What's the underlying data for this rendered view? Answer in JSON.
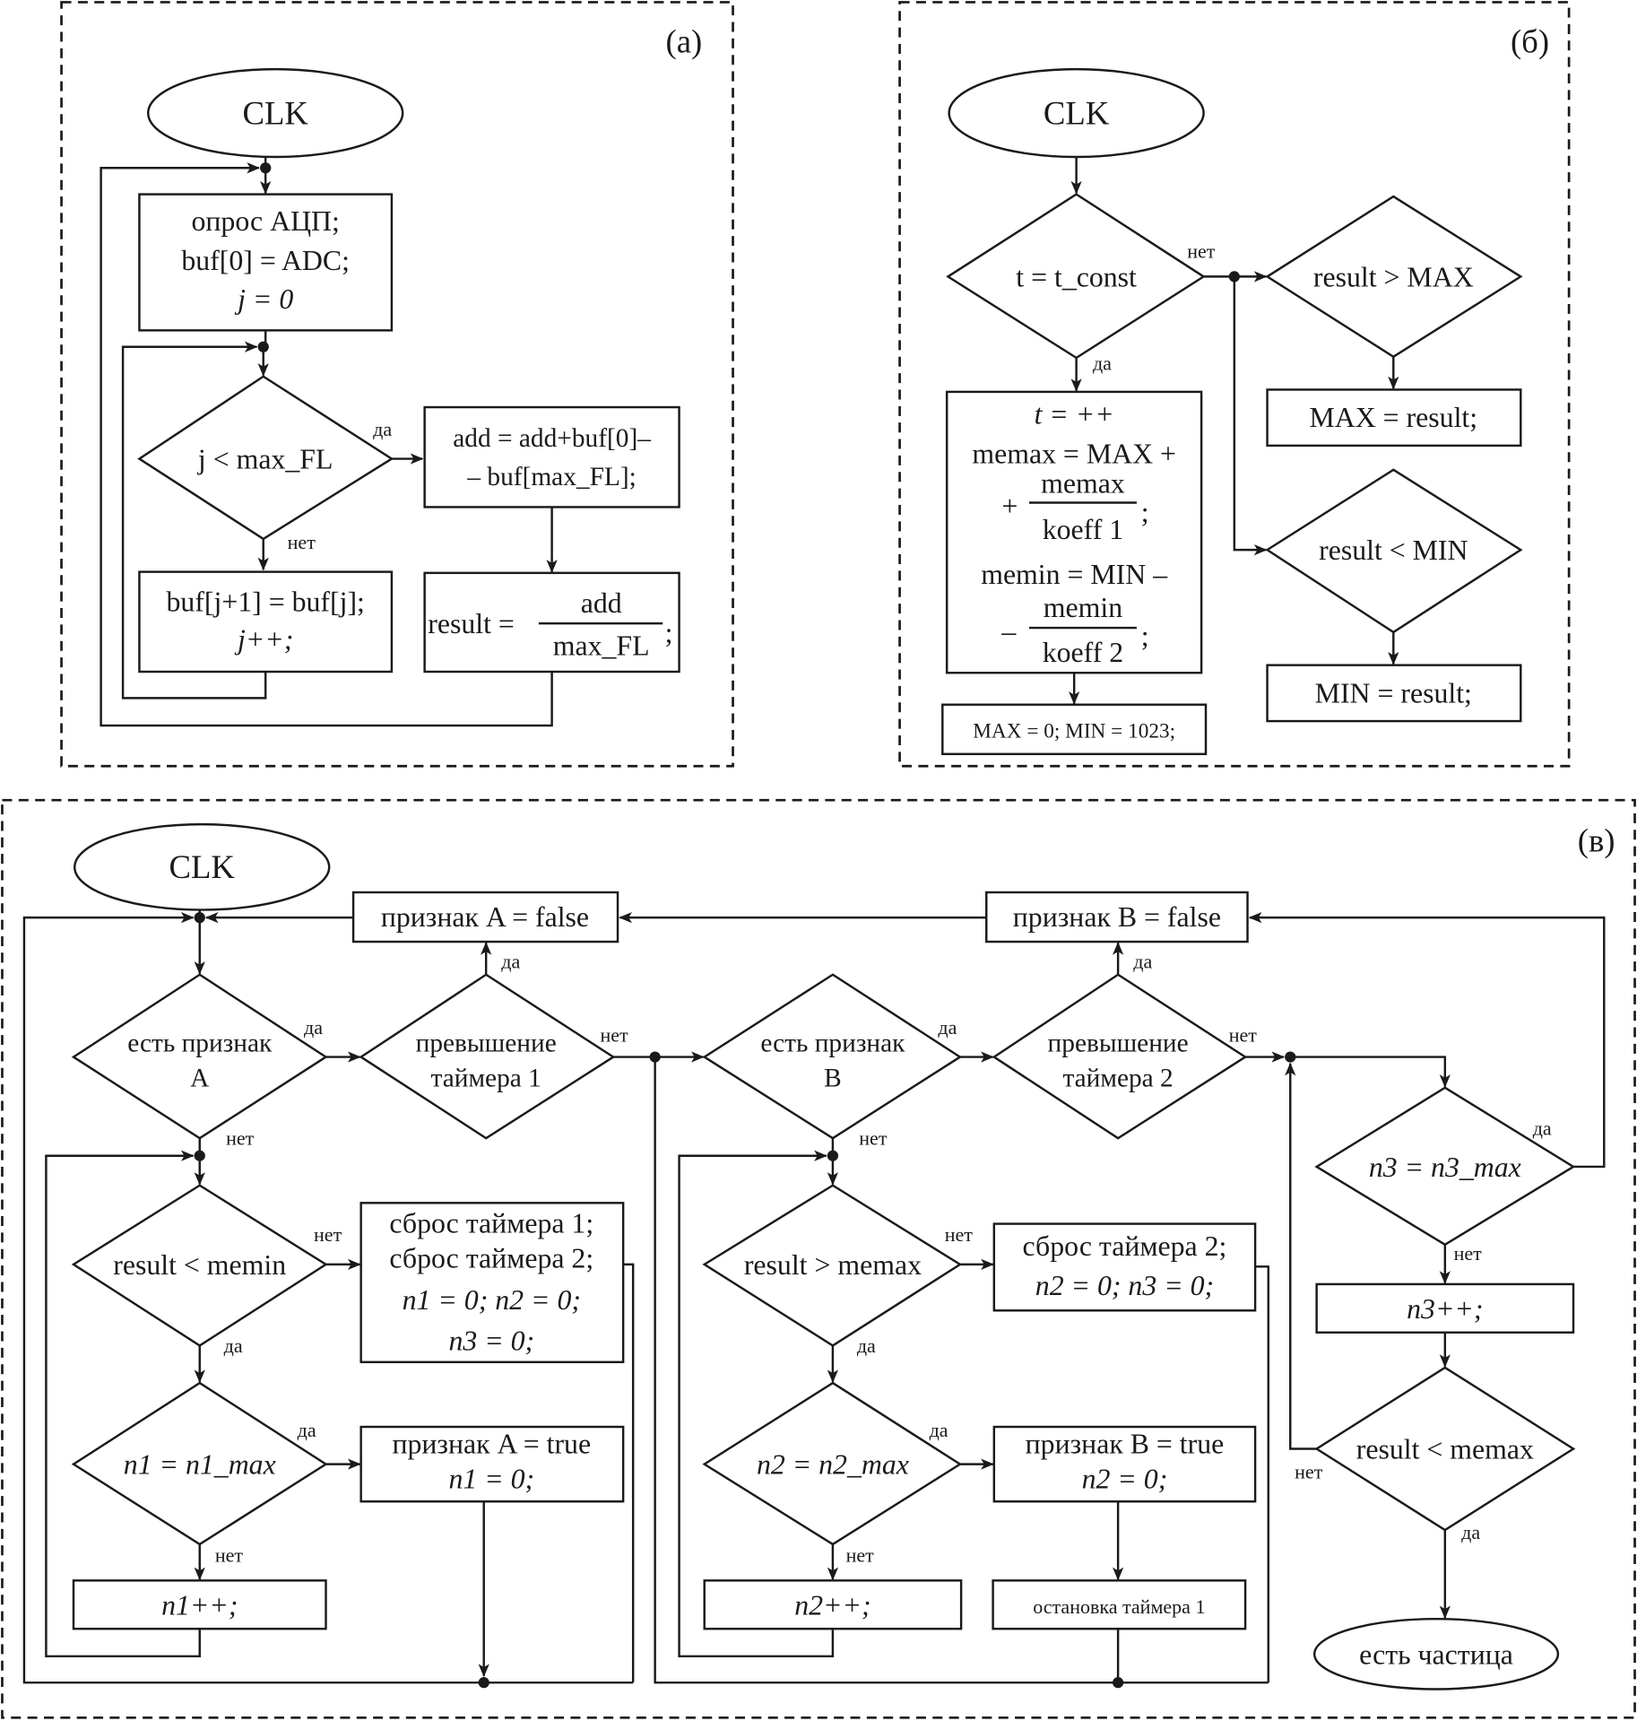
{
  "panels": {
    "a": {
      "label": "(а)",
      "start": "CLK",
      "box_init": [
        "опрос АЦП;",
        "buf[0] = ADC;",
        "j = 0"
      ],
      "decision": "j < max_FL",
      "yes": "да",
      "no": "нет",
      "box_shift": [
        "buf[j+1] = buf[j];",
        "j++;"
      ],
      "box_add": [
        "add = add+buf[0]–",
        "– buf[max_FL];"
      ],
      "box_result": {
        "lhs": "result =",
        "num": "add",
        "den": "max_FL",
        "tail": ";"
      }
    },
    "b": {
      "label": "(б)",
      "start": "CLK",
      "decision_t": "t = t_const",
      "yes": "да",
      "no": "нет",
      "box_update": {
        "line1": "t = ++",
        "line2": "memax = MAX +",
        "frac1_prefix": "+",
        "frac1_num": "memax",
        "frac1_den": "koeff 1",
        "line4": "memin = MIN –",
        "frac2_prefix": "–",
        "frac2_num": "memin",
        "frac2_den": "koeff 2",
        "semicolon": ";"
      },
      "box_reset": "MAX = 0; MIN = 1023;",
      "decision_max": "result > MAX",
      "box_max": "MAX = result;",
      "decision_min": "result < MIN",
      "box_min": "MIN = result;"
    },
    "c": {
      "label": "(в)",
      "start": "CLK",
      "end": "есть частица",
      "yes": "да",
      "no": "нет",
      "dec_flagA": [
        "есть признак",
        "A"
      ],
      "dec_timer1": [
        "превышение",
        "таймера 1"
      ],
      "box_flagA_false": "признак A = false",
      "dec_memin": "result < memin",
      "box_reset_timers": [
        "сброс таймера 1;",
        "сброс таймера 2;",
        "n1 = 0; n2 = 0;",
        "n3 = 0;"
      ],
      "dec_n1": "n1 = n1_max",
      "box_flagA_true": [
        "признак A = true",
        "n1 = 0;"
      ],
      "box_n1_inc": "n1++;",
      "dec_flagB": [
        "есть признак",
        "B"
      ],
      "dec_timer2": [
        "превышение",
        "таймера 2"
      ],
      "box_flagB_false": "признак B = false",
      "dec_memax": "result > memax",
      "box_reset_timer2": [
        "сброс таймера 2;",
        "n2 = 0; n3 = 0;"
      ],
      "dec_n2": "n2 = n2_max",
      "box_flagB_true": [
        "признак B = true",
        "n2 = 0;"
      ],
      "box_n2_inc": "n2++;",
      "box_stop_timer1": "остановка таймера 1",
      "dec_n3": "n3 = n3_max",
      "box_n3_inc": "n3++;",
      "dec_memax_lt": "result < memax"
    }
  }
}
